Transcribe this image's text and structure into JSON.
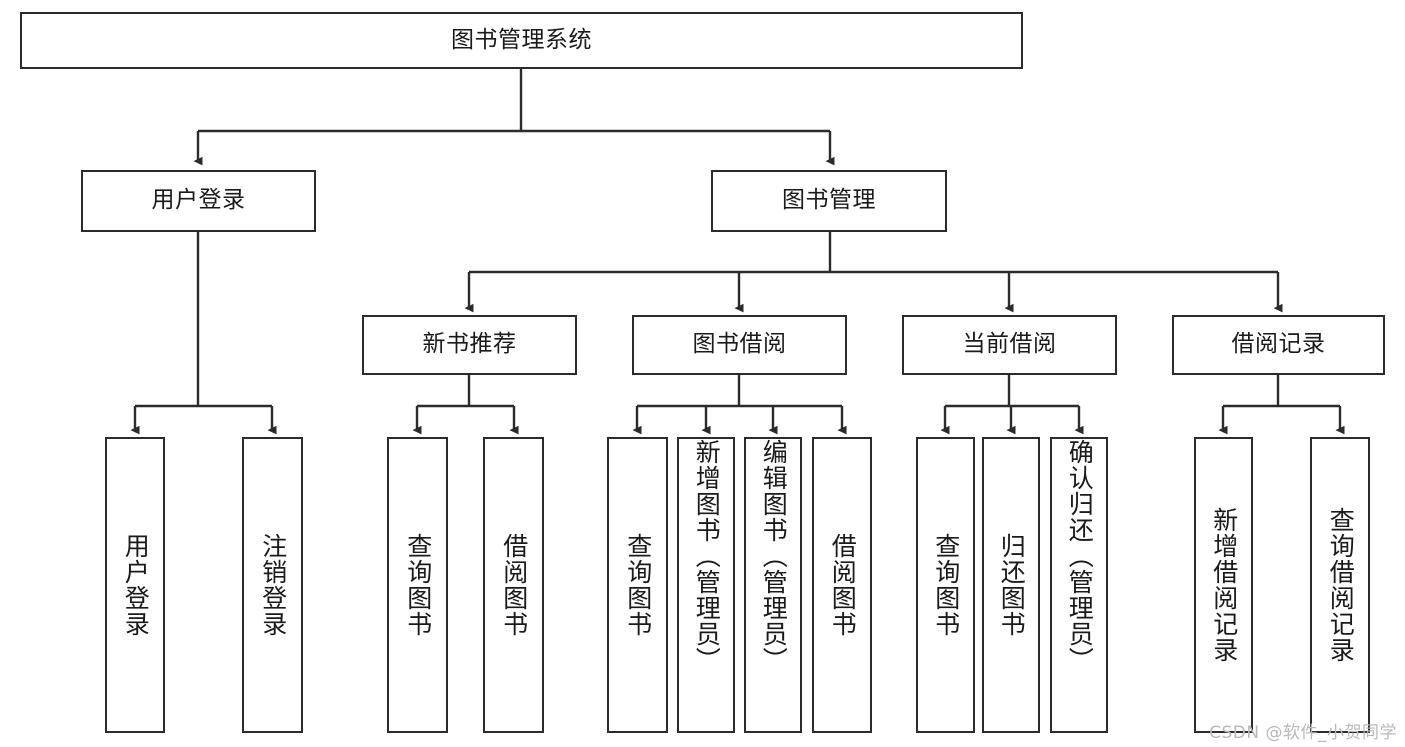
{
  "diagram": {
    "type": "tree",
    "title": "图书管理系统",
    "orientation": "top-down",
    "colors": {
      "box_border": "#2b2b2b",
      "box_fill": "#ffffff",
      "connector": "#2b2b2b",
      "text": "#1a1a1a",
      "watermark": "#b9b9b9",
      "background": "#ffffff"
    }
  },
  "nodes": {
    "root": {
      "label": "图书管理系统"
    },
    "level2": [
      {
        "id": "user-login",
        "label": "用户登录"
      },
      {
        "id": "book-manage",
        "label": "图书管理"
      }
    ],
    "level3": [
      {
        "id": "new-book-recommend",
        "label": "新书推荐"
      },
      {
        "id": "book-borrow",
        "label": "图书借阅"
      },
      {
        "id": "current-borrow",
        "label": "当前借阅"
      },
      {
        "id": "borrow-record",
        "label": "借阅记录"
      }
    ],
    "leaves": [
      {
        "id": "leaf-user-login",
        "label": "用户登录",
        "parent": "user-login"
      },
      {
        "id": "leaf-logout-login",
        "label": "注销登录",
        "parent": "user-login"
      },
      {
        "id": "leaf-query-book-1",
        "label": "查询图书",
        "parent": "new-book-recommend"
      },
      {
        "id": "leaf-borrow-book-1",
        "label": "借阅图书",
        "parent": "new-book-recommend"
      },
      {
        "id": "leaf-query-book-2",
        "label": "查询图书",
        "parent": "book-borrow"
      },
      {
        "id": "leaf-add-book",
        "label": "新增图书（管理员）",
        "parent": "book-borrow"
      },
      {
        "id": "leaf-edit-book",
        "label": "编辑图书（管理员）",
        "parent": "book-borrow"
      },
      {
        "id": "leaf-borrow-book-2",
        "label": "借阅图书",
        "parent": "book-borrow"
      },
      {
        "id": "leaf-query-book-3",
        "label": "查询图书",
        "parent": "current-borrow"
      },
      {
        "id": "leaf-return-book",
        "label": "归还图书",
        "parent": "current-borrow"
      },
      {
        "id": "leaf-confirm-return",
        "label": "确认归还（管理员）",
        "parent": "current-borrow"
      },
      {
        "id": "leaf-add-record",
        "label": "新增借阅记录",
        "parent": "borrow-record"
      },
      {
        "id": "leaf-query-record",
        "label": "查询借阅记录",
        "parent": "borrow-record"
      }
    ]
  },
  "watermark": {
    "text": "CSDN @软件_小贺同学"
  }
}
